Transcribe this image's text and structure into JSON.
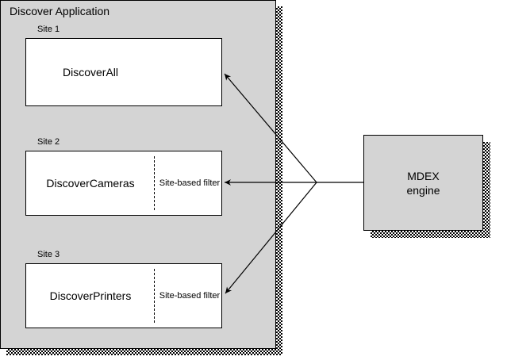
{
  "diagram": {
    "title": "Discover Application",
    "background_color": "#d4d4d4",
    "border_color": "#000000",
    "box_fill": "#ffffff"
  },
  "sites": [
    {
      "label": "Site 1",
      "app_name": "DiscoverAll",
      "has_filter": false,
      "filter_label": ""
    },
    {
      "label": "Site 2",
      "app_name": "DiscoverCameras",
      "has_filter": true,
      "filter_label": "Site-based filter"
    },
    {
      "label": "Site 3",
      "app_name": "DiscoverPrinters",
      "has_filter": true,
      "filter_label": "Site-based filter"
    }
  ],
  "engine": {
    "name_line1": "MDEX",
    "name_line2": "engine"
  },
  "connections": {
    "arrow_to_site1": "MDEX engine to DiscoverAll",
    "arrow_to_site2": "MDEX engine to DiscoverCameras",
    "arrow_to_site3": "MDEX engine to DiscoverPrinters"
  }
}
